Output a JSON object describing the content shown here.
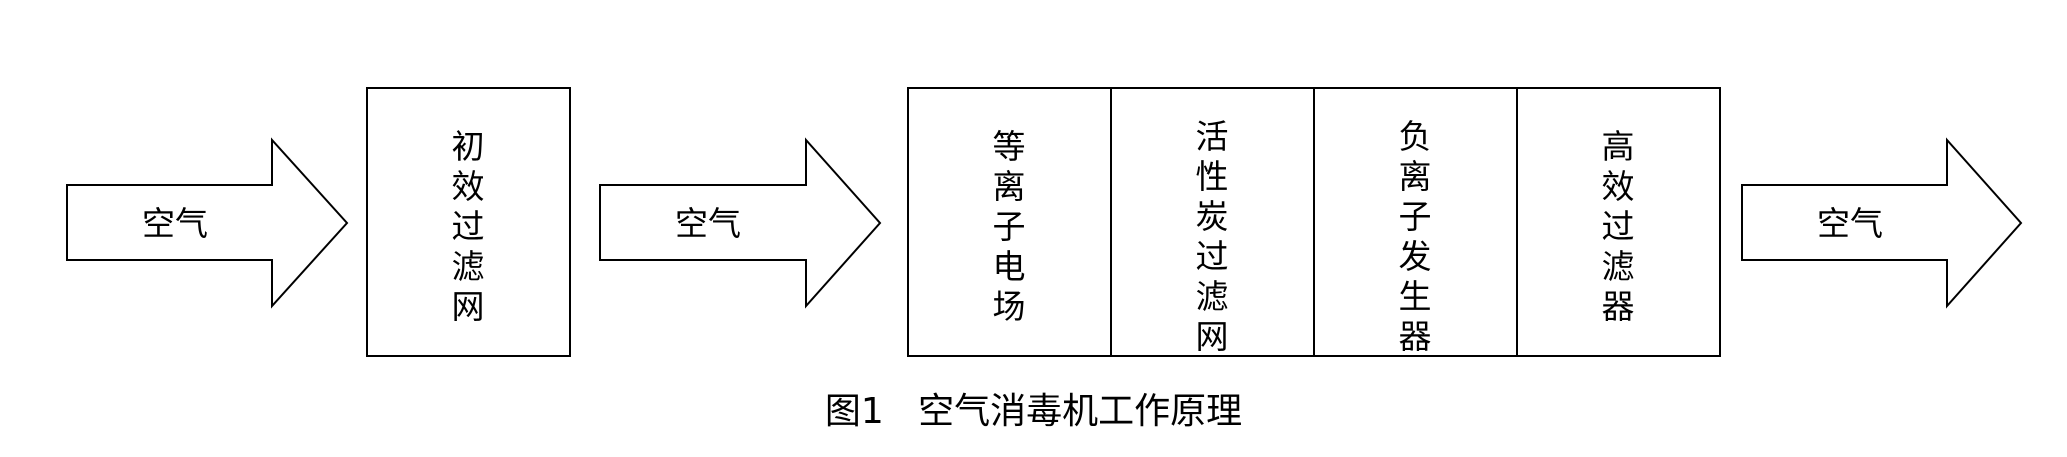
{
  "flow": {
    "arrows": [
      {
        "id": "arrow-1",
        "label": "空气"
      },
      {
        "id": "arrow-2",
        "label": "空气"
      },
      {
        "id": "arrow-3",
        "label": "空气"
      }
    ],
    "stages": [
      {
        "id": "primary-filter",
        "label": "初效过滤网"
      },
      {
        "id": "plasma-field",
        "label": "等离子电场"
      },
      {
        "id": "activated-carbon-filter",
        "label": "活性炭过滤网"
      },
      {
        "id": "negative-ion-generator",
        "label": "负离子发生器"
      },
      {
        "id": "hepa-filter",
        "label": "高效过滤器"
      }
    ]
  },
  "caption": {
    "figure_number": "图1",
    "title": "空气消毒机工作原理"
  }
}
